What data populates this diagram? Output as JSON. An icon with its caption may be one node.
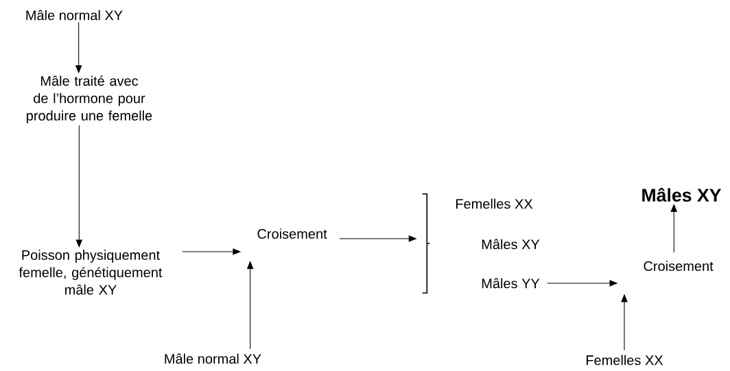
{
  "diagram": {
    "nodes": [
      {
        "text": [
          "Mâle normal XY"
        ]
      },
      {
        "text": [
          "Mâle traité avec de l’hormone pour produire une femelle"
        ]
      },
      {
        "text": [
          "Poisson physiquement femelle, génétiquement mâle XY"
        ]
      },
      {
        "text": [
          "Croisement"
        ]
      },
      {
        "text": [
          "Mâle normal XY"
        ]
      },
      {
        "text": [],
        "shape": "bracket"
      },
      {
        "text": [
          "Femelles XX"
        ]
      },
      {
        "text": [
          "Mâles XY"
        ]
      },
      {
        "text": [
          "Mâles YY"
        ]
      },
      {
        "text": [
          "Croisement"
        ]
      },
      {
        "text": [
          "Mâles XY"
        ]
      },
      {
        "text": [
          "Femelles XX"
        ]
      }
    ],
    "edges": [
      {
        "from": 0,
        "to": 1,
        "arrow": "to"
      },
      {
        "from": 1,
        "to": 2,
        "arrow": "to"
      },
      {
        "from": 2,
        "to": 3,
        "arrow": "to"
      },
      {
        "from": 4,
        "to": 3,
        "arrow": "to"
      },
      {
        "from": 3,
        "to": 5,
        "arrow": "to"
      },
      {
        "from": 8,
        "to": 9,
        "arrow": "to"
      },
      {
        "from": 11,
        "to": 9,
        "arrow": "to"
      },
      {
        "from": 9,
        "to": 10,
        "arrow": "to"
      }
    ]
  }
}
